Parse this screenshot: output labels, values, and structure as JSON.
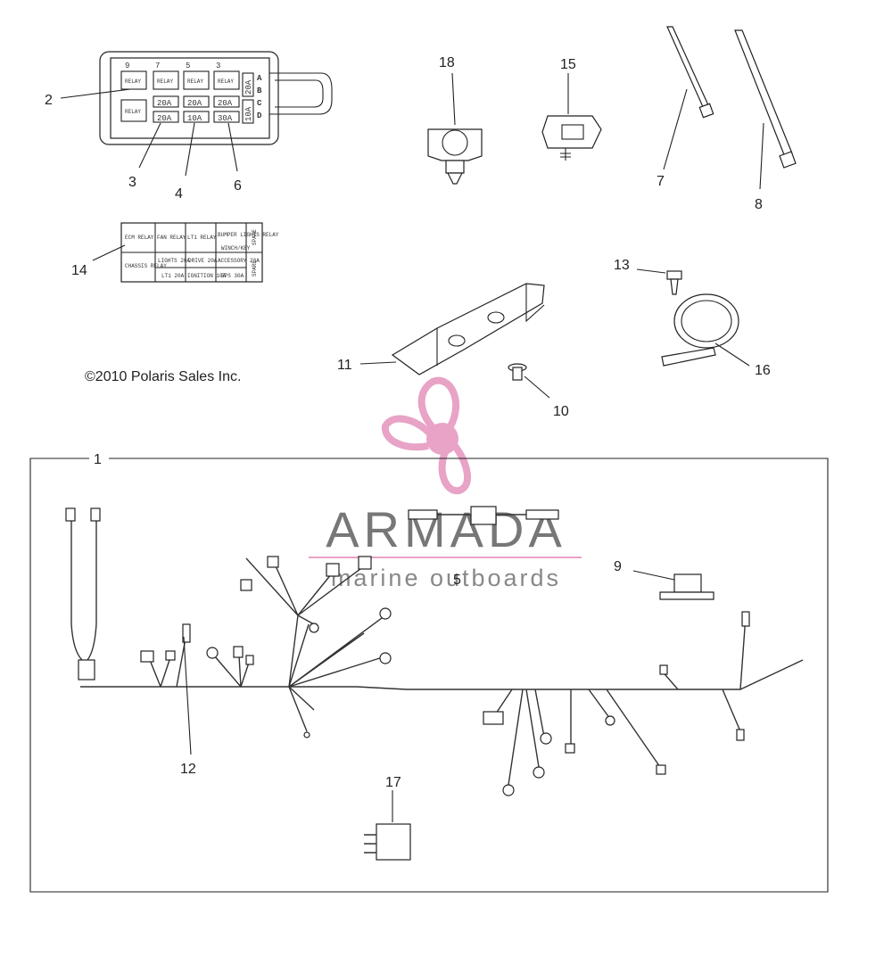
{
  "copyright": "©2010 Polaris Sales Inc.",
  "watermark": {
    "brand": "ARMADA",
    "tagline": "marine outboards",
    "color": "#e8a3c6"
  },
  "callouts": {
    "c1": "1",
    "c2": "2",
    "c3": "3",
    "c4": "4",
    "c5": "5",
    "c6": "6",
    "c7": "7",
    "c8": "8",
    "c9": "9",
    "c10": "10",
    "c11": "11",
    "c12": "12",
    "c13": "13",
    "c14": "14",
    "c15": "15",
    "c16": "16",
    "c17": "17",
    "c18": "18"
  },
  "fuse_box": {
    "top_numbers": [
      "9",
      "7",
      "5",
      "3"
    ],
    "side_letters": [
      "A",
      "B",
      "C",
      "D"
    ],
    "relay_label": "RELAY",
    "fuse_20a": "20A",
    "fuse_10a": "10A",
    "fuse_30a": "30A"
  },
  "decal": {
    "r1": [
      "ECM RELAY",
      "FAN RELAY",
      "LT1 RELAY",
      "BUMPER LIGHTS RELAY"
    ],
    "r1_extra": "WINCH/KEY",
    "r2": [
      "CHASSIS RELAY",
      "LIGHTS 20A",
      "DRIVE 20A",
      "ACCESSORY 20A"
    ],
    "r3": [
      "LT1 20A",
      "IGNITION 10A",
      "EPS 30A"
    ],
    "spare": "SPARE"
  }
}
